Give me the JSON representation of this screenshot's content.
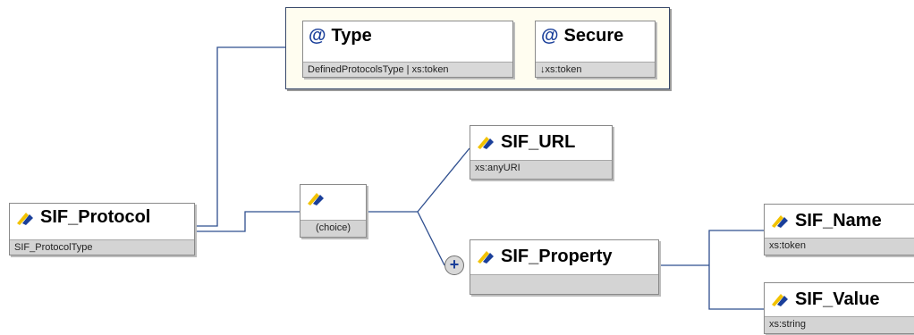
{
  "attributes": [
    {
      "name": "Type",
      "type": "DefinedProtocolsType | xs:token"
    },
    {
      "name": "Secure",
      "type": "↓xs:token"
    }
  ],
  "nodes": {
    "root": {
      "name": "SIF_Protocol",
      "type": "SIF_ProtocolType"
    },
    "choice": {
      "label": "(choice)"
    },
    "url": {
      "name": "SIF_URL",
      "type": "xs:anyURI"
    },
    "property": {
      "name": "SIF_Property",
      "type": ""
    },
    "prop_name": {
      "name": "SIF_Name",
      "type": "xs:token"
    },
    "prop_value": {
      "name": "SIF_Value",
      "type": "xs:string"
    }
  },
  "icons": {
    "attribute": "at-sign-icon",
    "element": "element-icon",
    "expand": "plus-icon"
  },
  "colors": {
    "wire": "#2f4f8f",
    "attribute_group_bg": "#fffdf0",
    "attribute_group_border": "#38486a",
    "type_bar": "#d4d4d4",
    "element_icon_yellow": "#f2c200",
    "element_icon_blue": "#1a3f9a"
  },
  "expand_symbol": "+"
}
